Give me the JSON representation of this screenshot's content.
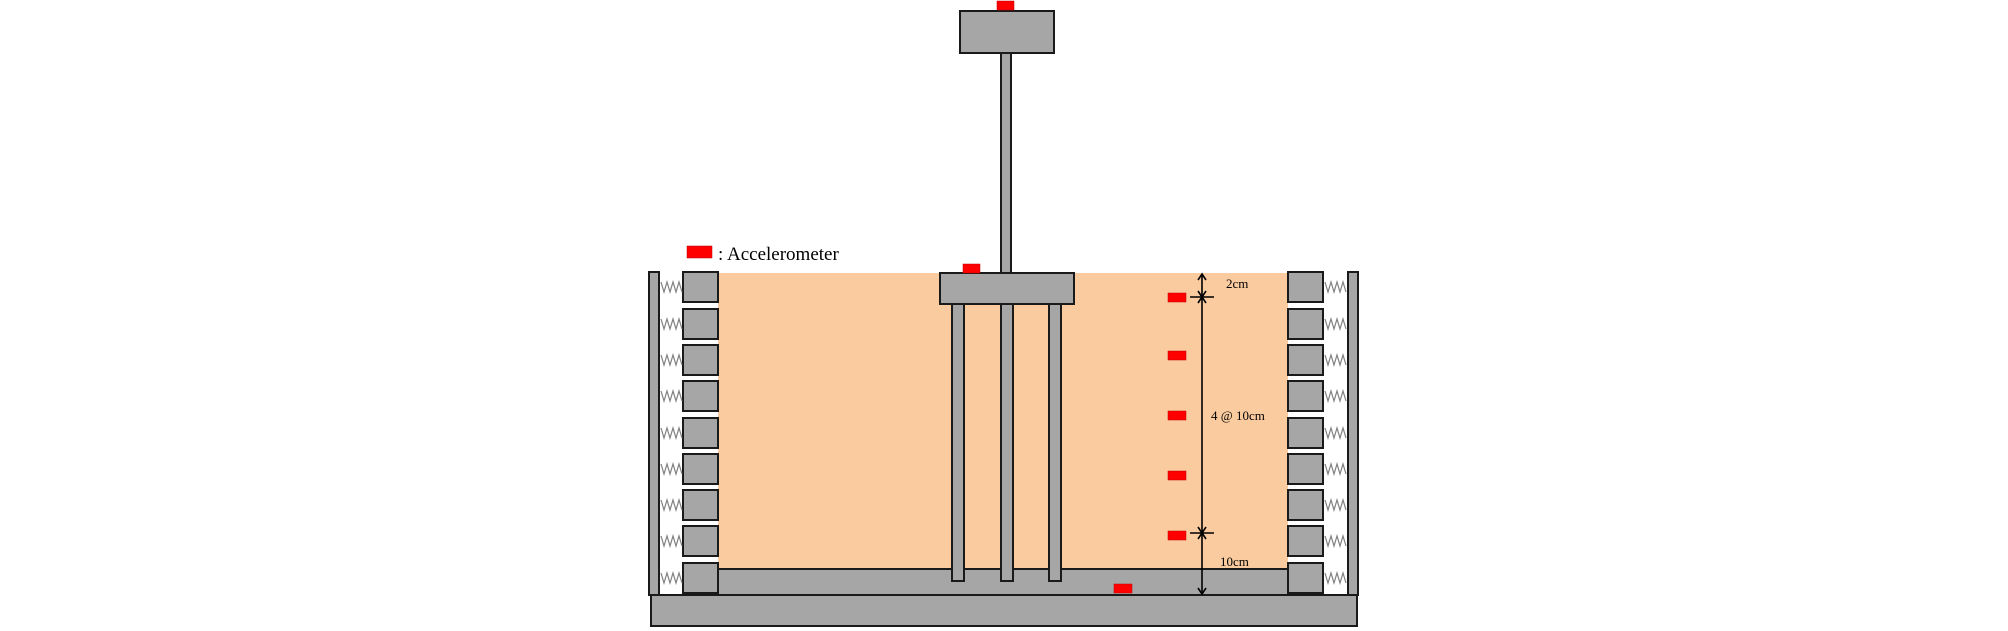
{
  "legend": {
    "label": ": Accelerometer",
    "symbol_color": "#ff0000"
  },
  "dimensions": {
    "top": "2cm",
    "middle": "4 @ 10cm",
    "bottom": "10cm"
  },
  "colors": {
    "soil": "#fbcba0",
    "structure": "#a6a6a6",
    "outline": "#1a1a1a",
    "accelerometer": "#ff0000"
  }
}
